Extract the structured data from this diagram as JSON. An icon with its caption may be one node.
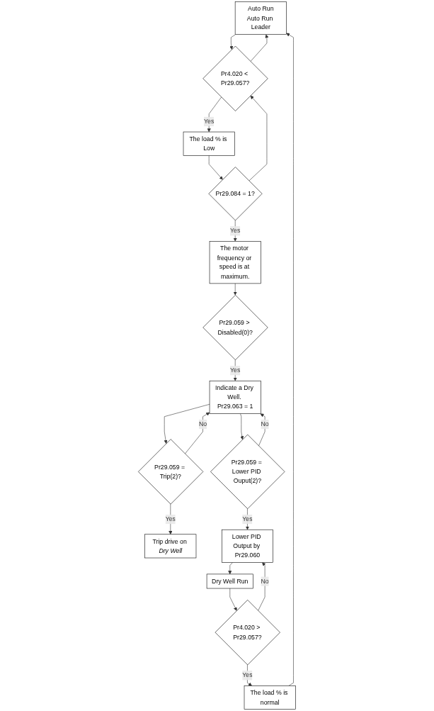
{
  "diagram": {
    "nodes": [
      {
        "text": [
          "Auto Run",
          "Auto Run Leader"
        ]
      },
      {
        "text": [
          "Pr4.020 < Pr29.057?"
        ]
      },
      {
        "text": [
          "The load % is Low"
        ]
      },
      {
        "text": [
          "Pr29.084 = 1?"
        ]
      },
      {
        "text": [
          "The motor frequency or speed is at maximum."
        ]
      },
      {
        "text": [
          "Pr29.059 > Disabled(0)?"
        ]
      },
      {
        "text": [
          "Indicate a Dry Well. Pr29.063 = 1"
        ]
      },
      {
        "text": [
          "Pr29.059 = Trip(2)?"
        ]
      },
      {
        "text": [
          "Trip drive on *Dry Well*"
        ]
      },
      {
        "text": [
          "Pr29.059 = Lower PID Ouput(2)?"
        ]
      },
      {
        "text": [
          "Lower PID Output by Pr29.060"
        ]
      },
      {
        "text": [
          "Dry Well Run"
        ]
      },
      {
        "text": [
          "Pr4.020 > Pr29.057?"
        ]
      },
      {
        "text": [
          "The load % is normal"
        ]
      }
    ],
    "edges": [
      {
        "from": 0,
        "to": 1,
        "arrow": "to"
      },
      {
        "from": 1,
        "to": 0,
        "arrow": "to"
      },
      {
        "from": 1,
        "to": 2,
        "arrow": "to",
        "label": "Yes"
      },
      {
        "from": 2,
        "to": 3,
        "arrow": "to"
      },
      {
        "from": 3,
        "to": 1,
        "arrow": "to"
      },
      {
        "from": 3,
        "to": 4,
        "arrow": "to",
        "label": "Yes"
      },
      {
        "from": 4,
        "to": 5,
        "arrow": "to"
      },
      {
        "from": 5,
        "to": 6,
        "arrow": "to",
        "label": "Yes"
      },
      {
        "from": 6,
        "to": 7,
        "arrow": "to"
      },
      {
        "from": 7,
        "to": 6,
        "arrow": "to",
        "label": "No"
      },
      {
        "from": 7,
        "to": 8,
        "arrow": "to",
        "label": "Yes"
      },
      {
        "from": 6,
        "to": 9,
        "arrow": "to"
      },
      {
        "from": 9,
        "to": 6,
        "arrow": "to",
        "label": "No"
      },
      {
        "from": 9,
        "to": 10,
        "arrow": "to",
        "label": "Yes"
      },
      {
        "from": 10,
        "to": 11,
        "arrow": "to"
      },
      {
        "from": 11,
        "to": 12,
        "arrow": "to"
      },
      {
        "from": 12,
        "to": 13,
        "arrow": "to",
        "label": "Yes"
      },
      {
        "from": 12,
        "to": 10,
        "arrow": "to",
        "label": "No"
      },
      {
        "from": 13,
        "to": 0,
        "arrow": "to"
      }
    ]
  }
}
